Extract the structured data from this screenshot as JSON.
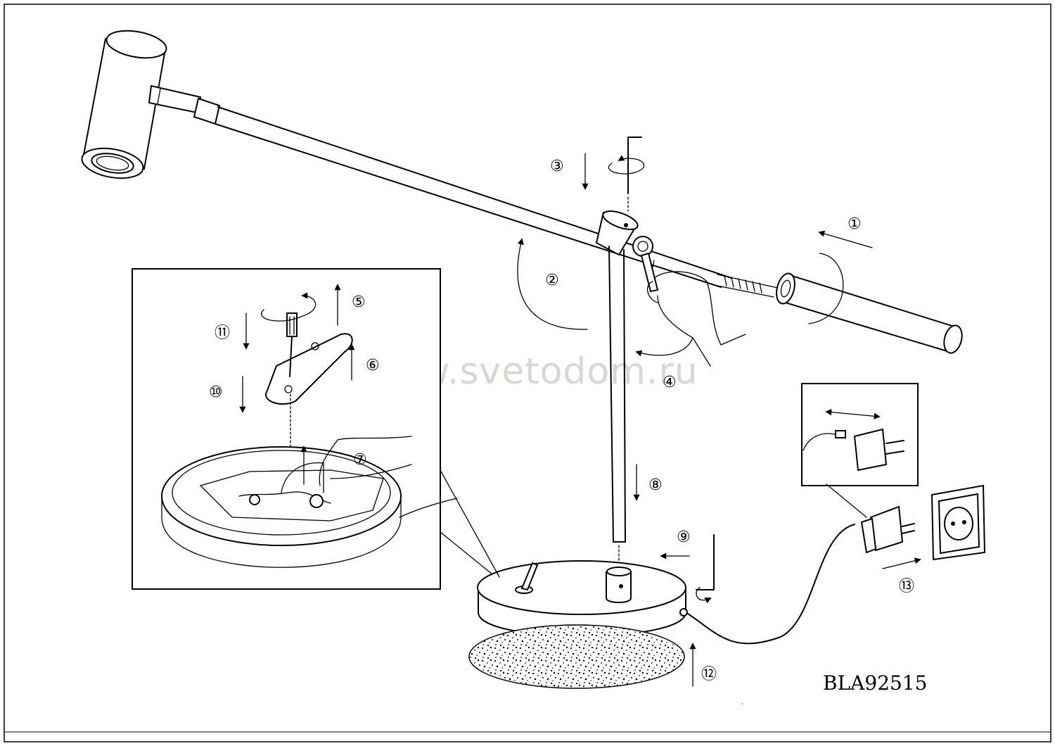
{
  "watermark": "www.svetodom.ru",
  "model": "BLA92515",
  "steps": [
    "①",
    "②",
    "③",
    "④",
    "⑤",
    "⑥",
    "⑦",
    "⑧",
    "⑨",
    "⑩",
    "⑪",
    "⑫",
    "⑬"
  ],
  "parts": [
    "lamp-head-icon",
    "horizontal-arm-icon",
    "counterweight-icon",
    "pivot-joint-icon",
    "vertical-pole-icon",
    "base-icon",
    "base-pad-icon",
    "switch-icon",
    "hex-key-icon",
    "screwdriver-icon",
    "mounting-plate-icon",
    "power-adapter-icon",
    "wall-socket-icon",
    "hand-icon"
  ]
}
